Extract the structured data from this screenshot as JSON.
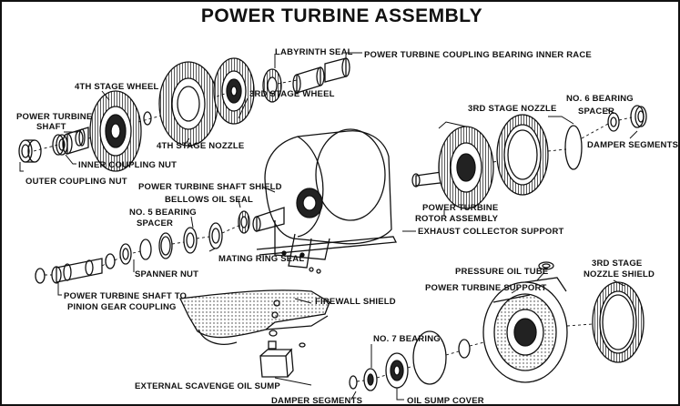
{
  "title": "POWER TURBINE ASSEMBLY",
  "labels": {
    "labyrinth_seal": "LABYRINTH SEAL",
    "coupling_bearing_inner_race": "POWER TURBINE COUPLING BEARING INNER RACE",
    "fourth_stage_wheel": "4TH STAGE WHEEL",
    "third_stage_wheel": "3RD STAGE WHEEL",
    "power_turbine_shaft_1": "POWER TURBINE",
    "power_turbine_shaft_2": "SHAFT",
    "fourth_stage_nozzle": "4TH STAGE NOZZLE",
    "inner_coupling_nut": "INNER COUPLING NUT",
    "outer_coupling_nut": "OUTER COUPLING NUT",
    "third_stage_nozzle": "3RD STAGE NOZZLE",
    "no6_bearing_1": "NO. 6 BEARING",
    "no6_spacer": "SPACER",
    "damper_segments_top": "DAMPER SEGMENTS",
    "shaft_shield": "POWER TURBINE SHAFT SHIELD",
    "bellows_oil_seal": "BELLOWS OIL SEAL",
    "no5_bearing": "NO. 5 BEARING",
    "no5_spacer": "SPACER",
    "rotor_assembly_1": "POWER TURBINE",
    "rotor_assembly_2": "ROTOR ASSEMBLY",
    "exhaust_collector_support": "EXHAUST COLLECTOR SUPPORT",
    "spanner_nut": "SPANNER NUT",
    "mating_ring_seal": "MATING RING SEAL",
    "pinion_coupling_1": "POWER TURBINE SHAFT TO",
    "pinion_coupling_2": "PINION GEAR COUPLING",
    "firewall_shield": "FIREWALL SHIELD",
    "pressure_oil_tube": "PRESSURE OIL TUBE",
    "power_turbine_support": "POWER TURBINE SUPPORT",
    "nozzle_shield_1": "3RD STAGE",
    "nozzle_shield_2": "NOZZLE SHIELD",
    "no7_bearing": "NO. 7 BEARING",
    "external_scavenge_sump": "EXTERNAL SCAVENGE OIL SUMP",
    "damper_segments_bottom": "DAMPER SEGMENTS",
    "oil_sump_cover": "OIL SUMP COVER"
  }
}
